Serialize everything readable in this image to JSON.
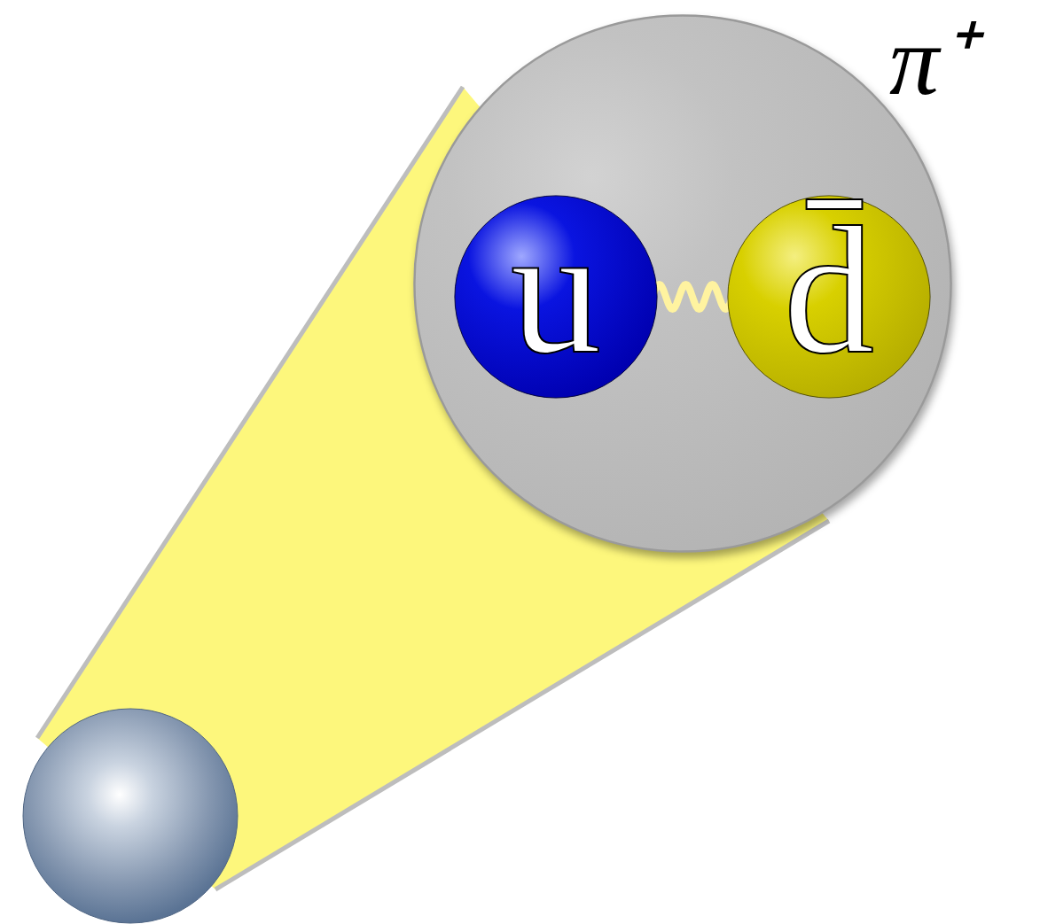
{
  "diagram": {
    "nodes": [
      {
        "text": [
          "π⁺"
        ]
      },
      {
        "text": [
          "u"
        ],
        "in": 0
      },
      {
        "text": [
          "d̄"
        ],
        "in": 0
      }
    ],
    "edges": [
      {
        "from": 1,
        "to": 2,
        "arrow": "none"
      }
    ]
  }
}
